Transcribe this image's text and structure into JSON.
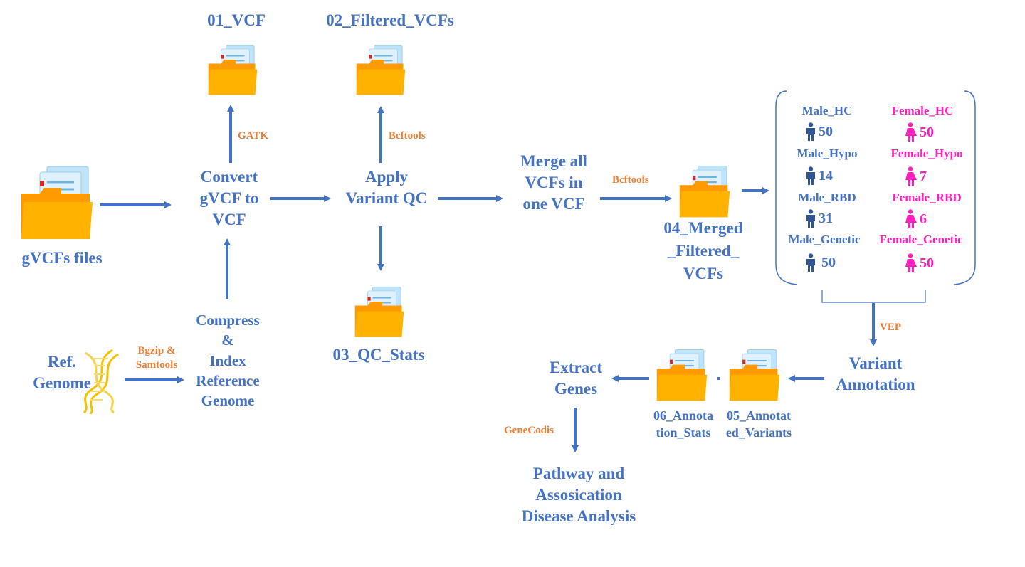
{
  "colors": {
    "text": "#4472c4",
    "tool": "#ed7d31",
    "female": "#ff1fbf",
    "male_icon": "#2f5597",
    "arrow": "#4472c4",
    "folder": "#ffb000"
  },
  "nodes": {
    "gvcf_files": "gVCFs files",
    "convert": [
      "Convert",
      "gVCF to",
      "VCF"
    ],
    "apply_qc": [
      "Apply",
      "Variant QC"
    ],
    "merge": [
      "Merge all",
      "VCFs in",
      "one VCF"
    ],
    "merged_folder": [
      "04_Merged",
      "_Filtered_",
      "VCFs"
    ],
    "ref_genome": [
      "Ref.",
      "Genome"
    ],
    "compress": [
      "Compress",
      "&",
      "Index",
      "Reference",
      "Genome"
    ],
    "vcf_folder": "01_VCF",
    "filtered_folder": "02_Filtered_VCFs",
    "qc_stats_folder": "03_QC_Stats",
    "variant_annotation": [
      "Variant",
      "Annotation"
    ],
    "annotated_variants": [
      "05_Annotat",
      "ed_Variants"
    ],
    "annotation_stats": [
      "06_Annota",
      "tion_Stats"
    ],
    "extract_genes": [
      "Extract",
      "Genes"
    ],
    "pathway": [
      "Pathway and",
      "Assosication",
      "Disease Analysis"
    ]
  },
  "tools": {
    "gatk": "GATK",
    "bcftools_filter": "Bcftools",
    "bcftools_merge": "Bcftools",
    "bgzip": [
      "Bgzip &",
      "Samtools"
    ],
    "vep": "VEP",
    "genecodis": "GeneCodis"
  },
  "cohorts": {
    "male": [
      {
        "name": "Male_HC",
        "count": "50"
      },
      {
        "name": "Male_Hypo",
        "count": "14"
      },
      {
        "name": "Male_RBD",
        "count": "31"
      },
      {
        "name": "Male_Genetic",
        "count": "50"
      }
    ],
    "female": [
      {
        "name": "Female_HC",
        "count": "50"
      },
      {
        "name": "Female_Hypo",
        "count": "7"
      },
      {
        "name": "Female_RBD",
        "count": "6"
      },
      {
        "name": "Female_Genetic",
        "count": "50"
      }
    ]
  },
  "icons": [
    "folder-icon",
    "dna-icon",
    "male-person-icon",
    "female-person-icon"
  ]
}
